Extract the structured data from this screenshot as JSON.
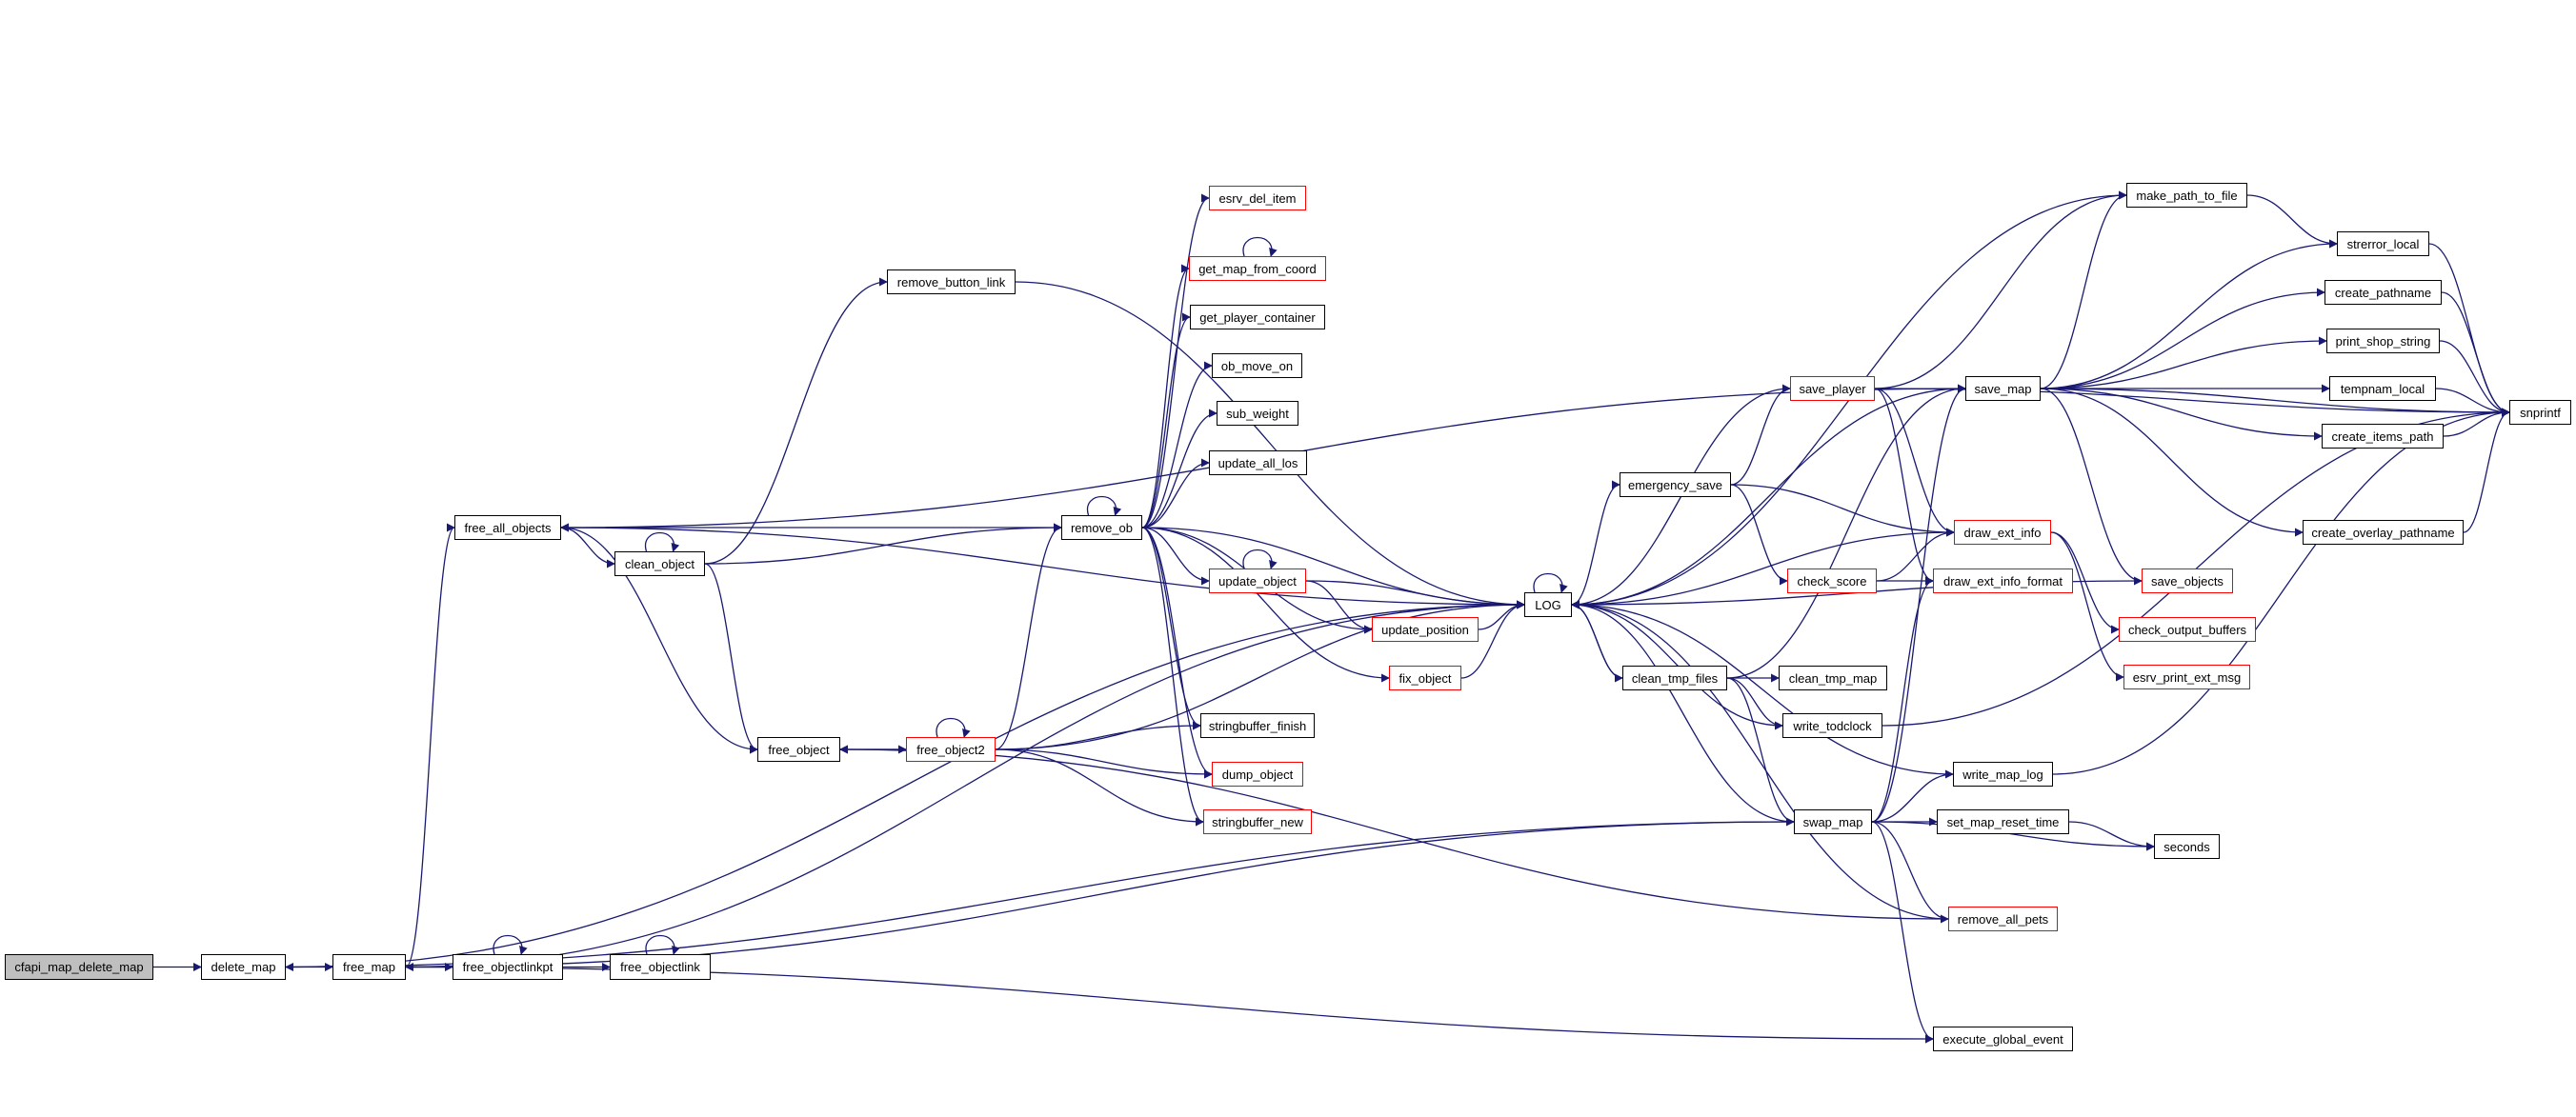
{
  "title": "cfapi_map_delete_map call graph",
  "colors": {
    "edge": "#191970",
    "node_border": "#000000",
    "incomplete_border": "#ff0000",
    "root_fill": "#bfbfbf"
  },
  "nodes": {
    "cfapi_map_delete_map": "cfapi_map_delete_map",
    "delete_map": "delete_map",
    "free_map": "free_map",
    "free_objectlinkpt": "free_objectlinkpt",
    "free_objectlink": "free_objectlink",
    "free_all_objects": "free_all_objects",
    "clean_object": "clean_object",
    "remove_button_link": "remove_button_link",
    "free_object": "free_object",
    "free_object2": "free_object2",
    "remove_ob": "remove_ob",
    "esrv_del_item": "esrv_del_item",
    "get_map_from_coord": "get_map_from_coord",
    "get_player_container": "get_player_container",
    "ob_move_on": "ob_move_on",
    "sub_weight": "sub_weight",
    "update_all_los": "update_all_los",
    "update_object": "update_object",
    "update_position": "update_position",
    "fix_object": "fix_object",
    "stringbuffer_finish": "stringbuffer_finish",
    "dump_object": "dump_object",
    "stringbuffer_new": "stringbuffer_new",
    "LOG": "LOG",
    "emergency_save": "emergency_save",
    "save_player": "save_player",
    "check_score": "check_score",
    "clean_tmp_files": "clean_tmp_files",
    "clean_tmp_map": "clean_tmp_map",
    "write_todclock": "write_todclock",
    "swap_map": "swap_map",
    "save_map": "save_map",
    "draw_ext_info": "draw_ext_info",
    "draw_ext_info_format": "draw_ext_info_format",
    "save_objects": "save_objects",
    "check_output_buffers": "check_output_buffers",
    "esrv_print_ext_msg": "esrv_print_ext_msg",
    "write_map_log": "write_map_log",
    "set_map_reset_time": "set_map_reset_time",
    "seconds": "seconds",
    "remove_all_pets": "remove_all_pets",
    "execute_global_event": "execute_global_event",
    "make_path_to_file": "make_path_to_file",
    "strerror_local": "strerror_local",
    "create_pathname": "create_pathname",
    "print_shop_string": "print_shop_string",
    "tempnam_local": "tempnam_local",
    "create_items_path": "create_items_path",
    "create_overlay_pathname": "create_overlay_pathname",
    "snprintf": "snprintf"
  },
  "edges": [
    [
      "cfapi_map_delete_map",
      "delete_map"
    ],
    [
      "delete_map",
      "free_map"
    ],
    [
      "delete_map",
      "LOG"
    ],
    [
      "free_map",
      "free_all_objects"
    ],
    [
      "free_map",
      "free_objectlinkpt"
    ],
    [
      "free_map",
      "LOG"
    ],
    [
      "free_map",
      "execute_global_event"
    ],
    [
      "free_objectlinkpt",
      "free_objectlinkpt"
    ],
    [
      "free_objectlinkpt",
      "free_objectlink"
    ],
    [
      "free_objectlink",
      "free_objectlink"
    ],
    [
      "free_all_objects",
      "clean_object"
    ],
    [
      "free_all_objects",
      "free_object"
    ],
    [
      "free_all_objects",
      "remove_ob"
    ],
    [
      "clean_object",
      "clean_object"
    ],
    [
      "clean_object",
      "remove_button_link"
    ],
    [
      "clean_object",
      "remove_ob"
    ],
    [
      "clean_object",
      "free_object"
    ],
    [
      "remove_button_link",
      "LOG"
    ],
    [
      "free_object",
      "free_object2"
    ],
    [
      "free_object2",
      "free_object"
    ],
    [
      "free_object2",
      "free_object2"
    ],
    [
      "free_object2",
      "remove_ob"
    ],
    [
      "free_object2",
      "stringbuffer_finish"
    ],
    [
      "free_object2",
      "dump_object"
    ],
    [
      "free_object2",
      "stringbuffer_new"
    ],
    [
      "free_object2",
      "LOG"
    ],
    [
      "remove_ob",
      "remove_ob"
    ],
    [
      "remove_ob",
      "esrv_del_item"
    ],
    [
      "remove_ob",
      "get_map_from_coord"
    ],
    [
      "remove_ob",
      "get_player_container"
    ],
    [
      "remove_ob",
      "ob_move_on"
    ],
    [
      "remove_ob",
      "sub_weight"
    ],
    [
      "remove_ob",
      "update_all_los"
    ],
    [
      "remove_ob",
      "update_object"
    ],
    [
      "remove_ob",
      "update_position"
    ],
    [
      "remove_ob",
      "fix_object"
    ],
    [
      "remove_ob",
      "stringbuffer_finish"
    ],
    [
      "remove_ob",
      "dump_object"
    ],
    [
      "remove_ob",
      "stringbuffer_new"
    ],
    [
      "remove_ob",
      "LOG"
    ],
    [
      "get_map_from_coord",
      "get_map_from_coord"
    ],
    [
      "update_object",
      "update_object"
    ],
    [
      "update_object",
      "update_position"
    ],
    [
      "update_object",
      "LOG"
    ],
    [
      "update_position",
      "LOG"
    ],
    [
      "fix_object",
      "LOG"
    ],
    [
      "LOG",
      "LOG"
    ],
    [
      "LOG",
      "emergency_save"
    ],
    [
      "LOG",
      "clean_tmp_files"
    ],
    [
      "LOG",
      "free_all_objects"
    ],
    [
      "emergency_save",
      "save_player"
    ],
    [
      "emergency_save",
      "draw_ext_info"
    ],
    [
      "emergency_save",
      "check_score"
    ],
    [
      "save_player",
      "LOG"
    ],
    [
      "save_player",
      "make_path_to_file"
    ],
    [
      "save_player",
      "draw_ext_info"
    ],
    [
      "save_player",
      "draw_ext_info_format"
    ],
    [
      "save_player",
      "snprintf"
    ],
    [
      "check_score",
      "draw_ext_info"
    ],
    [
      "check_score",
      "draw_ext_info_format"
    ],
    [
      "draw_ext_info",
      "LOG"
    ],
    [
      "draw_ext_info",
      "check_output_buffers"
    ],
    [
      "draw_ext_info",
      "esrv_print_ext_msg"
    ],
    [
      "clean_tmp_files",
      "clean_tmp_map"
    ],
    [
      "clean_tmp_files",
      "write_todclock"
    ],
    [
      "clean_tmp_files",
      "swap_map"
    ],
    [
      "clean_tmp_files",
      "save_map"
    ],
    [
      "clean_tmp_files",
      "LOG"
    ],
    [
      "write_todclock",
      "LOG"
    ],
    [
      "write_todclock",
      "snprintf"
    ],
    [
      "swap_map",
      "LOG"
    ],
    [
      "swap_map",
      "save_map"
    ],
    [
      "swap_map",
      "draw_ext_info_format"
    ],
    [
      "swap_map",
      "write_map_log"
    ],
    [
      "swap_map",
      "set_map_reset_time"
    ],
    [
      "swap_map",
      "seconds"
    ],
    [
      "swap_map",
      "remove_all_pets"
    ],
    [
      "swap_map",
      "execute_global_event"
    ],
    [
      "swap_map",
      "delete_map"
    ],
    [
      "swap_map",
      "free_map"
    ],
    [
      "write_map_log",
      "LOG"
    ],
    [
      "write_map_log",
      "snprintf"
    ],
    [
      "set_map_reset_time",
      "seconds"
    ],
    [
      "remove_all_pets",
      "LOG"
    ],
    [
      "remove_all_pets",
      "free_object"
    ],
    [
      "save_map",
      "LOG"
    ],
    [
      "save_map",
      "make_path_to_file"
    ],
    [
      "save_map",
      "strerror_local"
    ],
    [
      "save_map",
      "create_pathname"
    ],
    [
      "save_map",
      "print_shop_string"
    ],
    [
      "save_map",
      "tempnam_local"
    ],
    [
      "save_map",
      "create_items_path"
    ],
    [
      "save_map",
      "snprintf"
    ],
    [
      "save_map",
      "create_overlay_pathname"
    ],
    [
      "save_map",
      "save_objects"
    ],
    [
      "save_map",
      "free_all_objects"
    ],
    [
      "make_path_to_file",
      "strerror_local"
    ],
    [
      "make_path_to_file",
      "LOG"
    ],
    [
      "strerror_local",
      "snprintf"
    ],
    [
      "create_pathname",
      "snprintf"
    ],
    [
      "print_shop_string",
      "snprintf"
    ],
    [
      "tempnam_local",
      "snprintf"
    ],
    [
      "create_items_path",
      "snprintf"
    ],
    [
      "create_overlay_pathname",
      "snprintf"
    ],
    [
      "save_objects",
      "LOG"
    ]
  ]
}
